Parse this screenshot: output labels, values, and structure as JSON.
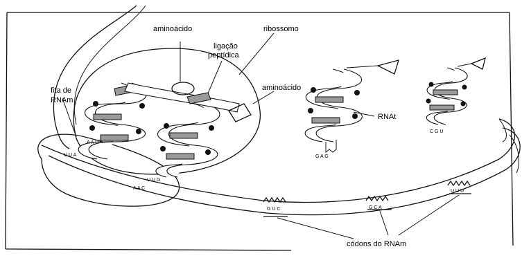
{
  "labels": {
    "aminoacido_top": "aminoácido",
    "ribossomo": "ribossomo",
    "ligacao_line1": "ligação",
    "ligacao_line2": "peptídica",
    "aminoacido_right": "aminoácido",
    "fita_line1": "fita de",
    "fita_line2": "RNAm",
    "rnat": "RNAt",
    "codons": "códons do RNAm"
  },
  "bases": {
    "trna1_anticodon": "A A U",
    "mrna_codon1": "U U A",
    "trna2_anticodon": "U U G",
    "mrna_codon2": "A A C",
    "trna3_anticodon": "G A G",
    "trna4_anticodon": "C G U",
    "mrna_codon3": "G U C",
    "mrna_codon4": "G C A",
    "mrna_codon5": "U U U"
  }
}
